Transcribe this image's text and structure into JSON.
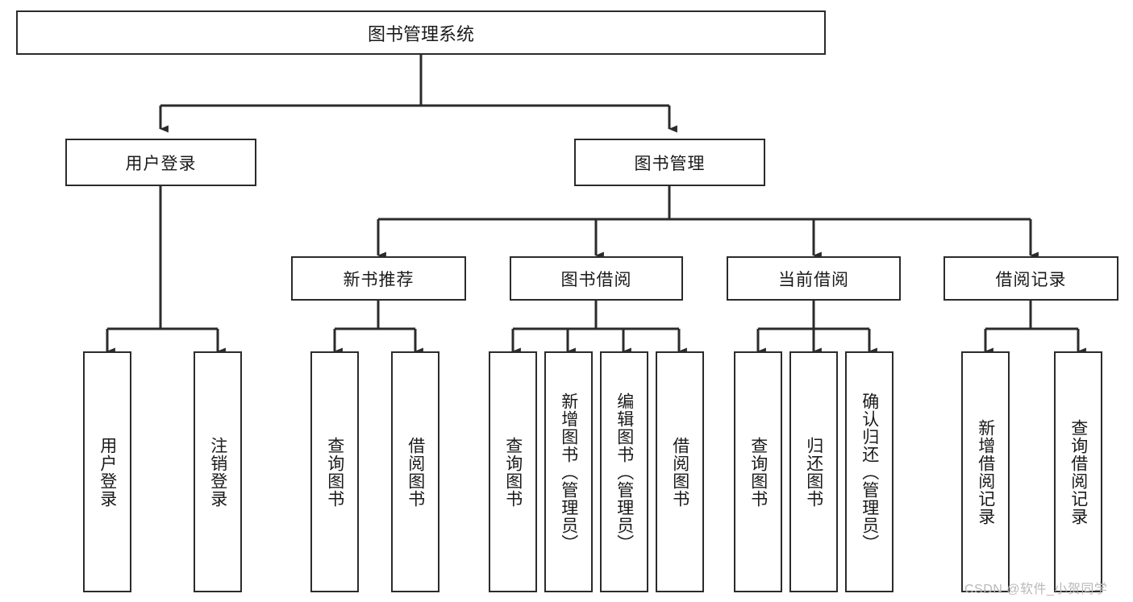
{
  "diagram": {
    "type": "tree",
    "title": "图书管理系统",
    "orientation": "top-down",
    "levels": 4,
    "colors": {
      "box_border": "#2b2b2b",
      "box_fill": "#ffffff",
      "connector": "#2b2b2b",
      "background": "#ffffff",
      "watermark": "#b9b9b9"
    }
  },
  "root": {
    "label": "图书管理系统"
  },
  "level2": [
    {
      "label": "用户登录"
    },
    {
      "label": "图书管理"
    }
  ],
  "level3": [
    {
      "label": "新书推荐"
    },
    {
      "label": "图书借阅"
    },
    {
      "label": "当前借阅"
    },
    {
      "label": "借阅记录"
    }
  ],
  "leaves": {
    "user_login": [
      {
        "label": "用户登录"
      },
      {
        "label": "注销登录"
      }
    ],
    "new_book_recommend": [
      {
        "label": "查询图书"
      },
      {
        "label": "借阅图书"
      }
    ],
    "book_borrow": [
      {
        "label": "查询图书"
      },
      {
        "label": "新增图书（管理员）"
      },
      {
        "label": "编辑图书（管理员）"
      },
      {
        "label": "借阅图书"
      }
    ],
    "current_borrow": [
      {
        "label": "查询图书"
      },
      {
        "label": "归还图书"
      },
      {
        "label": "确认归还（管理员）"
      }
    ],
    "borrow_record": [
      {
        "label": "新增借阅记录"
      },
      {
        "label": "查询借阅记录"
      }
    ]
  },
  "watermark": {
    "text": "CSDN @软件_小贺同学"
  }
}
